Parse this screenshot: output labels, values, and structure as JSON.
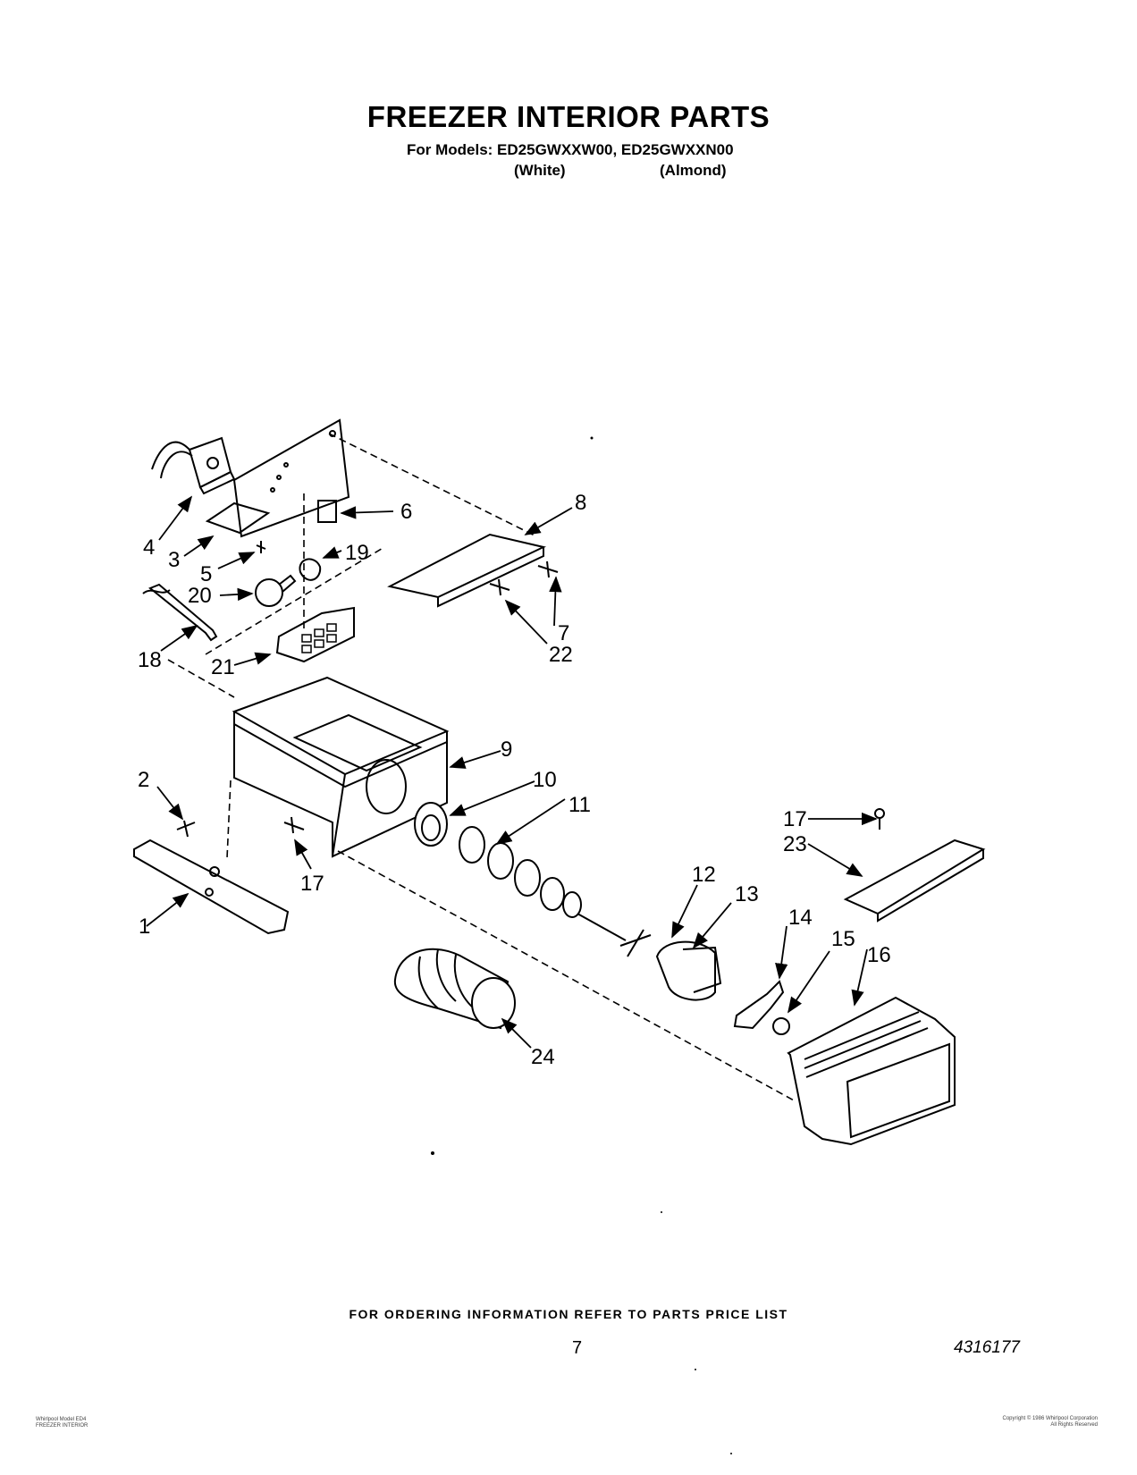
{
  "header": {
    "title": "FREEZER INTERIOR PARTS",
    "models_line": "For Models: ED25GWXXW00, ED25GWXXN00",
    "color_white": "(White)",
    "color_almond": "(Almond)"
  },
  "callouts": [
    "1",
    "2",
    "3",
    "4",
    "5",
    "6",
    "7",
    "8",
    "9",
    "10",
    "11",
    "12",
    "13",
    "14",
    "15",
    "16",
    "17",
    "17",
    "18",
    "19",
    "20",
    "21",
    "22",
    "23",
    "24"
  ],
  "footer": {
    "ordering": "FOR ORDERING INFORMATION REFER TO PARTS PRICE LIST",
    "page_number": "7",
    "doc_number": "4316177",
    "left_small_1": "Whirlpool Model ED4",
    "left_small_2": "FREEZER INTERIOR",
    "right_small_1": "Copyright © 1986 Whirlpool Corporation",
    "right_small_2": "All Rights Reserved"
  }
}
